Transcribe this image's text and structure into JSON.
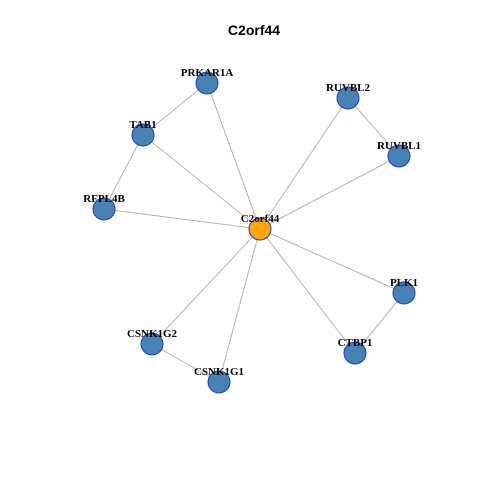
{
  "title": "C2orf44",
  "colors": {
    "hub_fill": "#ffa500",
    "node_fill": "#4682b4",
    "node_border": "#1f3fbf",
    "edge": "#b3b3b3"
  },
  "nodes": [
    {
      "id": "C2orf44",
      "label": "C2orf44",
      "hub": true
    },
    {
      "id": "PRKAR1A",
      "label": "PRKAR1A"
    },
    {
      "id": "TAB1",
      "label": "TAB1"
    },
    {
      "id": "RFPL4B",
      "label": "RFPL4B"
    },
    {
      "id": "RUVBL2",
      "label": "RUVBL2"
    },
    {
      "id": "RUVBL1",
      "label": "RUVBL1"
    },
    {
      "id": "PLK1",
      "label": "PLK1"
    },
    {
      "id": "CTBP1",
      "label": "CTBP1"
    },
    {
      "id": "CSNK1G2",
      "label": "CSNK1G2"
    },
    {
      "id": "CSNK1G1",
      "label": "CSNK1G1"
    }
  ],
  "edges": [
    [
      "C2orf44",
      "PRKAR1A"
    ],
    [
      "C2orf44",
      "TAB1"
    ],
    [
      "C2orf44",
      "RFPL4B"
    ],
    [
      "C2orf44",
      "RUVBL2"
    ],
    [
      "C2orf44",
      "RUVBL1"
    ],
    [
      "C2orf44",
      "PLK1"
    ],
    [
      "C2orf44",
      "CTBP1"
    ],
    [
      "C2orf44",
      "CSNK1G2"
    ],
    [
      "C2orf44",
      "CSNK1G1"
    ],
    [
      "PRKAR1A",
      "TAB1"
    ],
    [
      "TAB1",
      "RFPL4B"
    ],
    [
      "RUVBL2",
      "RUVBL1"
    ],
    [
      "PLK1",
      "CTBP1"
    ],
    [
      "CSNK1G2",
      "CSNK1G1"
    ]
  ]
}
